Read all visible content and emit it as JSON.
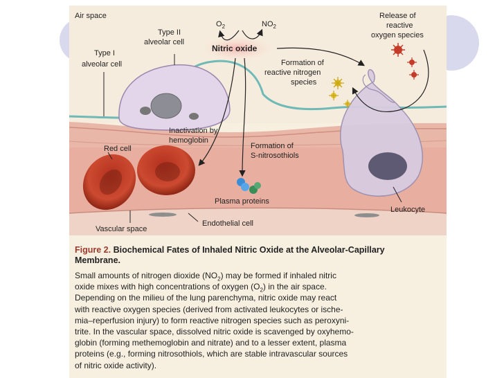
{
  "diagram": {
    "labels": {
      "air_space": "Air space",
      "type_ii_line1": "Type II",
      "type_ii_line2": "alveolar cell",
      "type_i_line1": "Type I",
      "type_i_line2": "alveolar cell",
      "o2": "O",
      "o2_sub": "2",
      "no2": "NO",
      "no2_sub": "2",
      "nitric_oxide": "Nitric oxide",
      "release_line1": "Release of",
      "release_line2": "reactive",
      "release_line3": "oxygen species",
      "rns_line1": "Formation of",
      "rns_line2": "reactive nitrogen",
      "rns_line3": "species",
      "inact_line1": "Inactivation by",
      "inact_line2": "hemoglobin",
      "red_cell": "Red cell",
      "snitro_line1": "Formation of",
      "snitro_line2": "S-nitrosothiols",
      "plasma_proteins": "Plasma proteins",
      "leukocyte": "Leukocyte",
      "vascular_space": "Vascular space",
      "endothelial_cell": "Endothelial cell"
    }
  },
  "caption": {
    "figure_number": "Figure 2.",
    "title_part1": "Biochemical Fates of Inhaled Nitric Oxide at the Alveolar-Capillary",
    "title_part2": "Membrane.",
    "l1a": "Small amounts of nitrogen dioxide (NO",
    "l1sub": "2",
    "l1b": ") may be formed if inhaled nitric",
    "l2a": "oxide mixes with high concentrations of oxygen (O",
    "l2sub": "2",
    "l2b": ") in the air space.",
    "l3": "Depending on the milieu of the lung parenchyma, nitric oxide may react",
    "l4": "with reactive oxygen species (derived from activated leukocytes or ische-",
    "l5": "mia–reperfusion injury) to form reactive nitrogen species such as peroxyni-",
    "l6": "trite. In the vascular space, dissolved nitric oxide is scavenged by oxyhemo-",
    "l7": "globin (forming methemoglobin and nitrate) and to a lesser extent, plasma",
    "l8": "proteins (e.g., forming nitrosothiols, which are stable intravascular sources",
    "l9": "of nitric oxide activity)."
  }
}
